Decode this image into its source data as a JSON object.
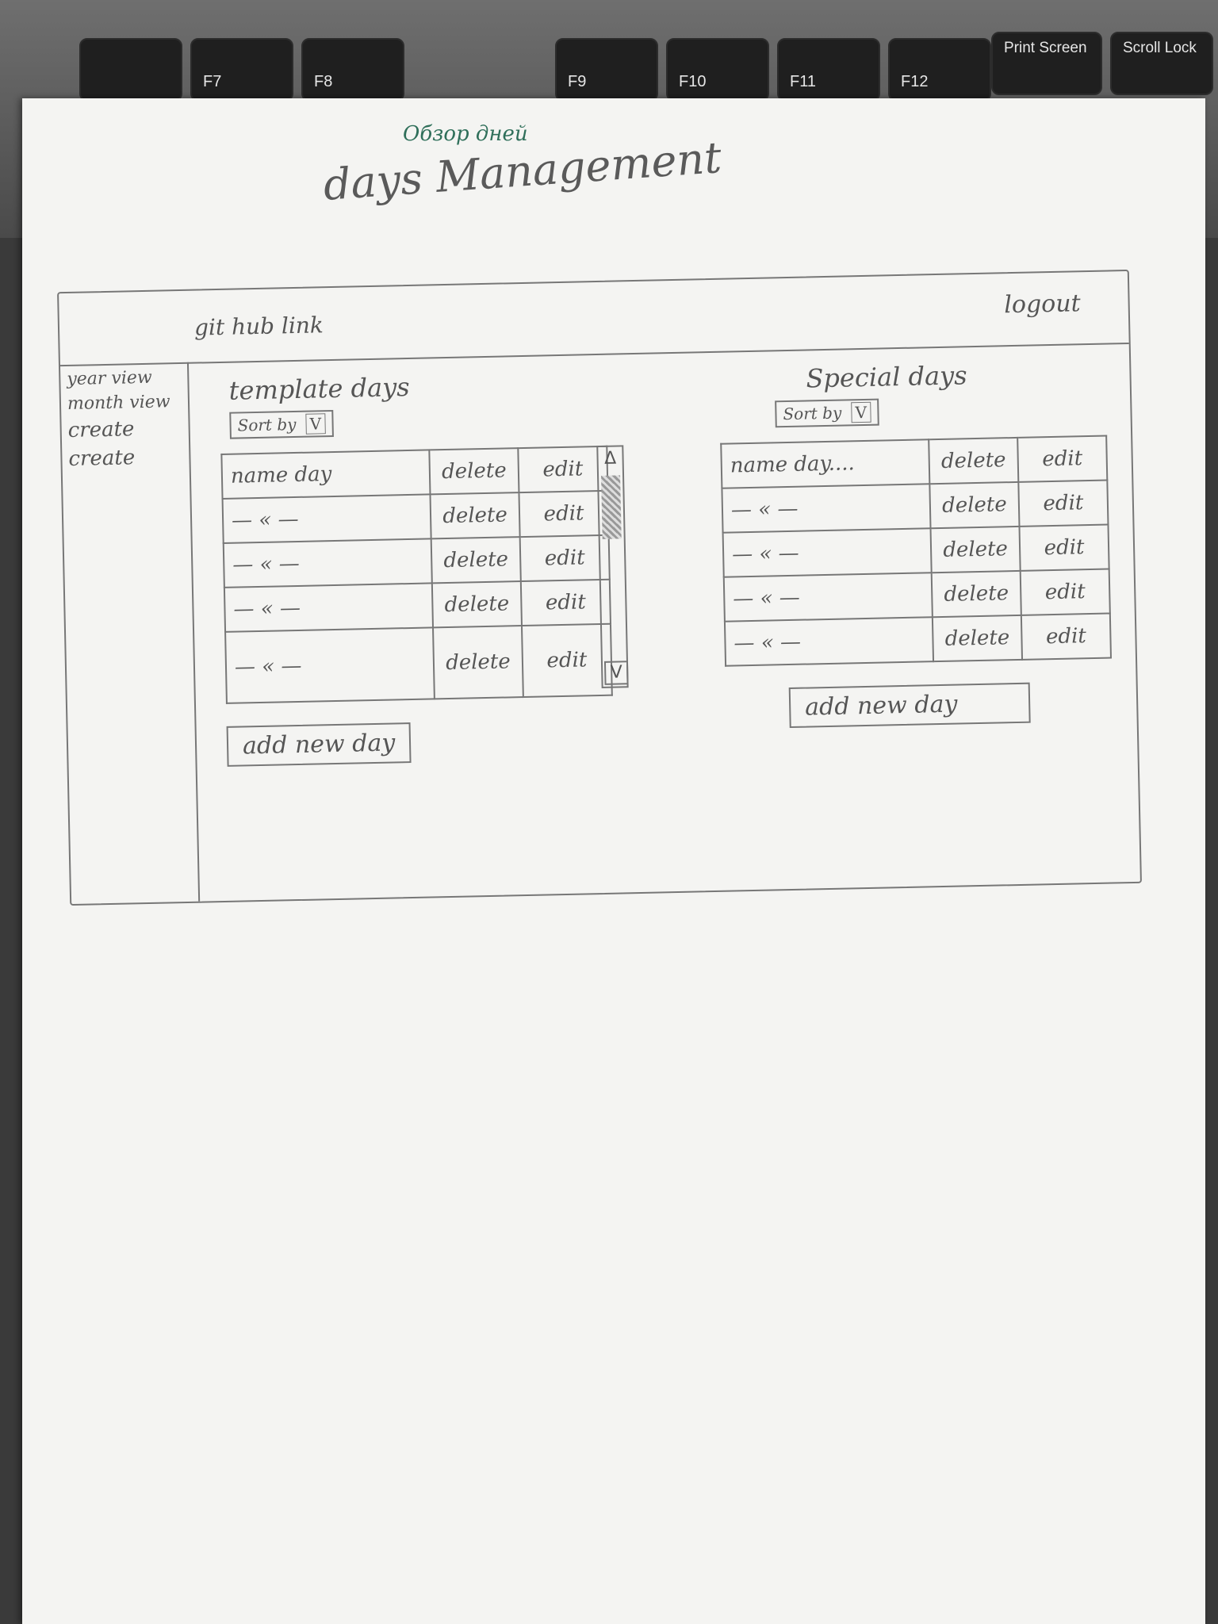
{
  "keyboard": {
    "keys": [
      "F7",
      "F8",
      "F9",
      "F10",
      "F11",
      "F12",
      "Print Screen",
      "Scroll Lock"
    ]
  },
  "sketch": {
    "title_ru": "Обзор дней",
    "title": "days Management"
  },
  "header": {
    "link": "git hub link",
    "logout": "logout"
  },
  "sidebar": {
    "items": [
      "year view",
      "month view",
      "create",
      "create"
    ]
  },
  "template_days": {
    "title": "template days",
    "sort_label": "Sort by",
    "sort_arrow": "V",
    "rows": [
      {
        "name": "name day",
        "delete": "delete",
        "edit": "edit"
      },
      {
        "name": "— « —",
        "delete": "delete",
        "edit": "edit"
      },
      {
        "name": "— « —",
        "delete": "delete",
        "edit": "edit"
      },
      {
        "name": "— « —",
        "delete": "delete",
        "edit": "edit"
      },
      {
        "name": "— « —",
        "delete": "delete",
        "edit": "edit"
      }
    ],
    "scroll_up": "Δ",
    "scroll_down": "V",
    "add_button": "add new day"
  },
  "special_days": {
    "title": "Special days",
    "sort_label": "Sort by",
    "sort_arrow": "V",
    "rows": [
      {
        "name": "name day....",
        "delete": "delete",
        "edit": "edit"
      },
      {
        "name": "— « —",
        "delete": "delete",
        "edit": "edit"
      },
      {
        "name": "— « —",
        "delete": "delete",
        "edit": "edit"
      },
      {
        "name": "— « —",
        "delete": "delete",
        "edit": "edit"
      },
      {
        "name": "— « —",
        "delete": "delete",
        "edit": "edit"
      }
    ],
    "add_button": "add new day"
  }
}
